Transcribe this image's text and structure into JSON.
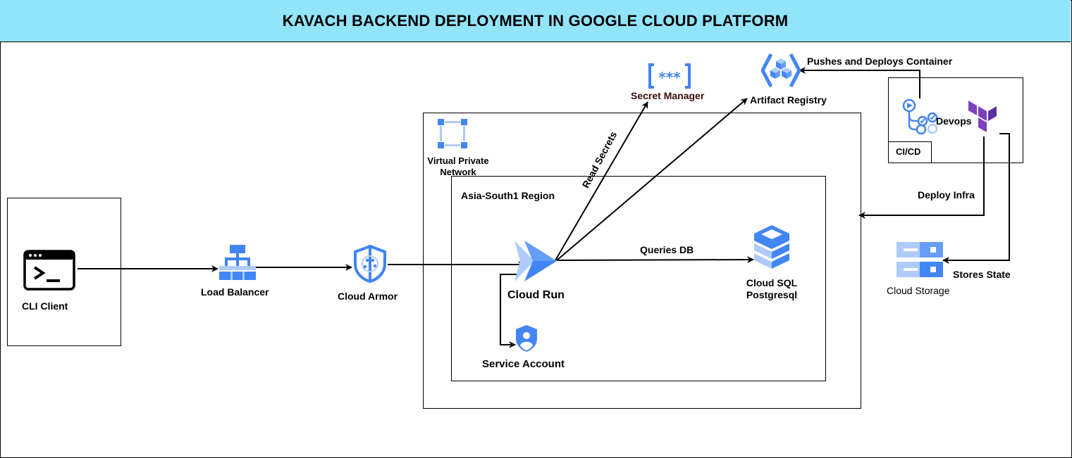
{
  "title": "KAVACH BACKEND DEPLOYMENT IN GOOGLE CLOUD PLATFORM",
  "colors": {
    "header_bg": "#92e4fb",
    "gcp_blue": "#4285f4",
    "gcp_light_blue": "#aecbfa",
    "terraform_purple": "#7b42bc"
  },
  "nodes": {
    "cli_client": {
      "label": "CLI Client",
      "icon": "terminal-icon"
    },
    "load_balancer": {
      "label": "Load Balancer",
      "icon": "load-balancer-icon"
    },
    "cloud_armor": {
      "label": "Cloud Armor",
      "icon": "cloud-armor-icon"
    },
    "vpn": {
      "label_line1": "Virtual Private",
      "label_line2": "Network",
      "icon": "vpc-icon"
    },
    "region": {
      "label": "Asia-South1 Region"
    },
    "cloud_run": {
      "label": "Cloud Run",
      "icon": "cloud-run-icon"
    },
    "service_account": {
      "label": "Service Account",
      "icon": "service-account-icon"
    },
    "cloud_sql": {
      "label_line1": "Cloud SQL",
      "label_line2": "Postgresql",
      "icon": "cloud-sql-icon"
    },
    "secret_manager": {
      "label": "Secret Manager",
      "icon": "secret-manager-icon"
    },
    "artifact_registry": {
      "label": "Artifact Registry",
      "icon": "artifact-registry-icon"
    },
    "cicd": {
      "label": "CI/CD"
    },
    "devops": {
      "label": "Devops",
      "icon": "cloud-build-icon",
      "icon2": "terraform-icon"
    },
    "cloud_storage": {
      "label": "Cloud Storage",
      "icon": "cloud-storage-icon"
    }
  },
  "edges": {
    "read_secrets": "Read  Secrets",
    "queries_db": "Queries DB",
    "pushes_deploys": "Pushes and Deploys Container",
    "deploy_infra": "Deploy Infra",
    "stores_state": "Stores State"
  }
}
